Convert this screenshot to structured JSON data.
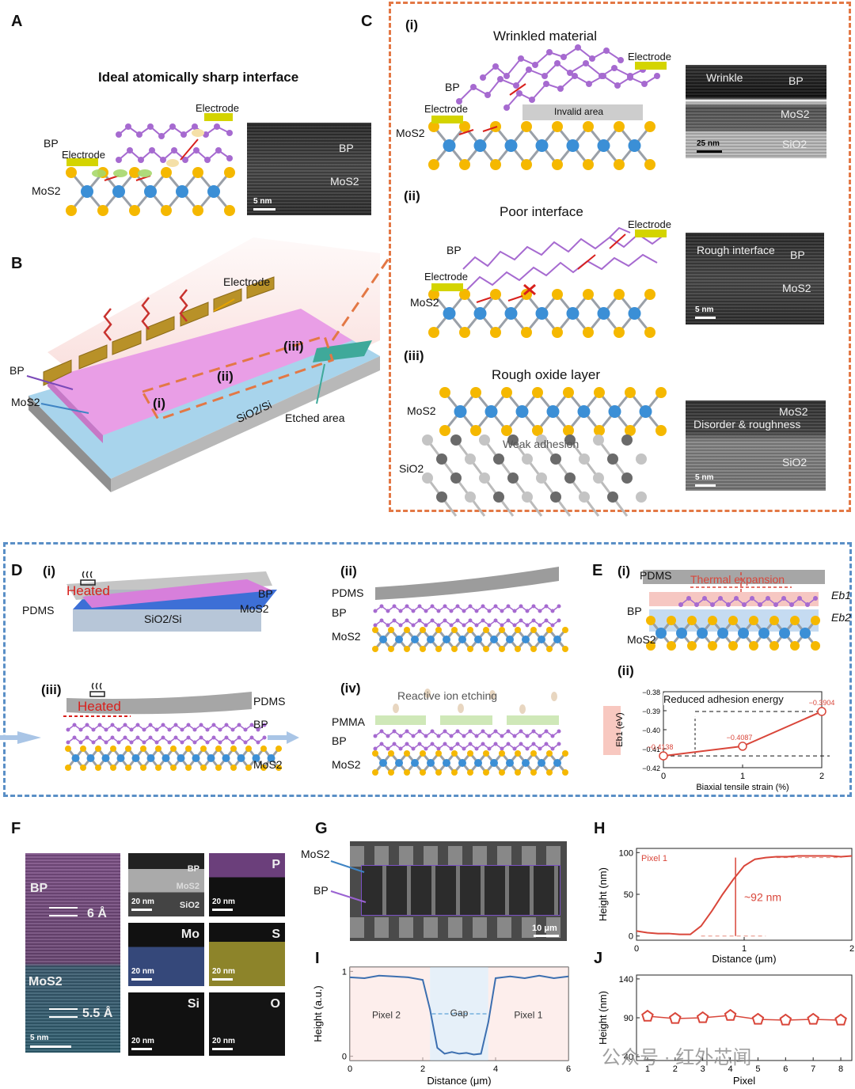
{
  "panels": {
    "A": {
      "label": "A",
      "title": "Ideal atomically sharp interface",
      "bp": "BP",
      "mos2": "MoS2",
      "electrode_top": "Electrode",
      "electrode_left": "Electrode",
      "em_bp": "BP",
      "em_mos2": "MoS2",
      "scale": "5 nm"
    },
    "B": {
      "label": "B",
      "electrode": "Electrode",
      "bp": "BP",
      "mos2": "MoS2",
      "i": "(i)",
      "ii": "(ii)",
      "iii": "(iii)",
      "substrate": "SiO2/Si",
      "etched": "Etched area"
    },
    "C": {
      "label": "C",
      "i": {
        "tag": "(i)",
        "title": "Wrinkled material",
        "bp": "BP",
        "mos2": "MoS2",
        "electrode_left": "Electrode",
        "electrode_right": "Electrode",
        "invalid": "Invalid area",
        "em_wrinkle": "Wrinkle",
        "em_bp": "BP",
        "em_mos2": "MoS2",
        "em_sio2": "SiO2",
        "scale": "25 nm"
      },
      "ii": {
        "tag": "(ii)",
        "title": "Poor interface",
        "bp": "BP",
        "mos2": "MoS2",
        "electrode_left": "Electrode",
        "electrode_right": "Electrode",
        "em_rough": "Rough interface",
        "em_bp": "BP",
        "em_mos2": "MoS2",
        "scale": "5 nm"
      },
      "iii": {
        "tag": "(iii)",
        "title": "Rough oxide layer",
        "mos2": "MoS2",
        "sio2": "SiO2",
        "weak": "Weak adhesion",
        "em_mos2": "MoS2",
        "em_disorder": "Disorder & roughness",
        "em_sio2": "SiO2",
        "scale": "5 nm"
      }
    },
    "D": {
      "label": "D",
      "i": {
        "tag": "(i)",
        "heated": "Heated",
        "pdms": "PDMS",
        "bp": "BP",
        "mos2": "MoS2",
        "sub": "SiO2/Si"
      },
      "ii": {
        "tag": "(ii)",
        "pdms": "PDMS",
        "bp": "BP",
        "mos2": "MoS2"
      },
      "iii": {
        "tag": "(iii)",
        "heated": "Heated",
        "pdms": "PDMS",
        "bp": "BP",
        "mos2": "MoS2"
      },
      "iv": {
        "tag": "(iv)",
        "rie": "Reactive ion etching",
        "pmma": "PMMA",
        "bp": "BP",
        "mos2": "MoS2"
      }
    },
    "E": {
      "label": "E",
      "i": {
        "tag": "(i)",
        "pdms": "PDMS",
        "thermal": "Thermal expansion",
        "bp": "BP",
        "mos2": "MoS2",
        "eb1": "Eb1",
        "eb2": "Eb2"
      },
      "ii": {
        "tag": "(ii)",
        "annotation": "Reduced adhesion energy"
      }
    },
    "F": {
      "label": "F",
      "bp": "BP",
      "mos2": "MoS2",
      "d1": "6 Å",
      "d2": "5.5 Å",
      "scale": "5 nm",
      "maps": [
        {
          "t": "BP",
          "t2": "MoS2",
          "t3": "SiO2",
          "s": "20 nm"
        },
        {
          "t": "P",
          "s": "20 nm"
        },
        {
          "t": "Mo",
          "s": "20 nm"
        },
        {
          "t": "S",
          "s": "20 nm"
        },
        {
          "t": "Si",
          "s": "20 nm"
        },
        {
          "t": "O",
          "s": "20 nm"
        }
      ]
    },
    "G": {
      "label": "G",
      "mos2": "MoS2",
      "bp": "BP",
      "scale": "10 μm"
    },
    "H": {
      "label": "H"
    },
    "I": {
      "label": "I"
    },
    "J": {
      "label": "J"
    }
  },
  "watermark": "公众号 · 红外芯闻",
  "chart_data": [
    {
      "id": "E-ii",
      "type": "line",
      "x": [
        0,
        1,
        2
      ],
      "y": [
        -0.4138,
        -0.4087,
        -0.3904
      ],
      "point_labels": [
        "−0.4138",
        "−0.4087",
        "−0.3904"
      ],
      "xlabel": "Biaxial tensile strain (%)",
      "ylabel": "Eb1 (eV)",
      "xlim": [
        0,
        2
      ],
      "ylim": [
        -0.42,
        -0.38
      ],
      "xticks": [
        "0",
        "1",
        "2"
      ],
      "yticks": [
        "−0.38",
        "−0.39",
        "−0.40",
        "−0.41",
        "−0.42"
      ],
      "color": "#d9463a"
    },
    {
      "id": "H",
      "type": "line",
      "series": [
        {
          "name": "Pixel 1",
          "x": [
            0,
            0.1,
            0.2,
            0.3,
            0.4,
            0.5,
            0.6,
            0.7,
            0.8,
            0.9,
            1.0,
            1.1,
            1.2,
            1.3,
            1.4,
            1.5,
            1.6,
            1.7,
            1.8,
            1.9,
            2.0
          ],
          "y": [
            6,
            4,
            3,
            3,
            2,
            2,
            12,
            30,
            50,
            68,
            84,
            92,
            94,
            95,
            95,
            96,
            96,
            96,
            96,
            95,
            96
          ]
        }
      ],
      "annotation": "~92 nm",
      "xlabel": "Distance (μm)",
      "ylabel": "Height (nm)",
      "xlim": [
        0,
        2
      ],
      "ylim": [
        -5,
        105
      ],
      "xticks": [
        "0",
        "1",
        "2"
      ],
      "yticks": [
        "0",
        "50",
        "100"
      ],
      "color": "#d9463a"
    },
    {
      "id": "I",
      "type": "line",
      "x": [
        0,
        0.4,
        0.8,
        1.2,
        1.6,
        2.0,
        2.2,
        2.4,
        2.6,
        2.8,
        3.0,
        3.2,
        3.4,
        3.6,
        3.8,
        4.0,
        4.4,
        4.8,
        5.2,
        5.6,
        6.0
      ],
      "y": [
        0.93,
        0.92,
        0.95,
        0.94,
        0.93,
        0.9,
        0.55,
        0.1,
        0.03,
        0.05,
        0.03,
        0.04,
        0.02,
        0.03,
        0.4,
        0.92,
        0.94,
        0.92,
        0.95,
        0.92,
        0.94
      ],
      "labels": [
        "Pixel 2",
        "Gap",
        "Pixel 1"
      ],
      "xlabel": "Distance (μm)",
      "ylabel": "Height (a.u.)",
      "xlim": [
        0,
        6
      ],
      "ylim": [
        -0.05,
        1.05
      ],
      "xticks": [
        "0",
        "2",
        "4",
        "6"
      ],
      "yticks": [
        "0",
        "1"
      ],
      "color": "#3c6fb0"
    },
    {
      "id": "J",
      "type": "line",
      "x": [
        1,
        2,
        3,
        4,
        5,
        6,
        7,
        8
      ],
      "y": [
        92,
        89,
        90,
        93,
        88,
        87,
        88,
        87
      ],
      "xlabel": "Pixel",
      "ylabel": "Height (nm)",
      "xlim": [
        0.6,
        8.4
      ],
      "ylim": [
        35,
        145
      ],
      "xticks": [
        "1",
        "2",
        "3",
        "4",
        "5",
        "6",
        "7",
        "8"
      ],
      "yticks": [
        "40",
        "90",
        "140"
      ],
      "color": "#d9463a"
    }
  ]
}
